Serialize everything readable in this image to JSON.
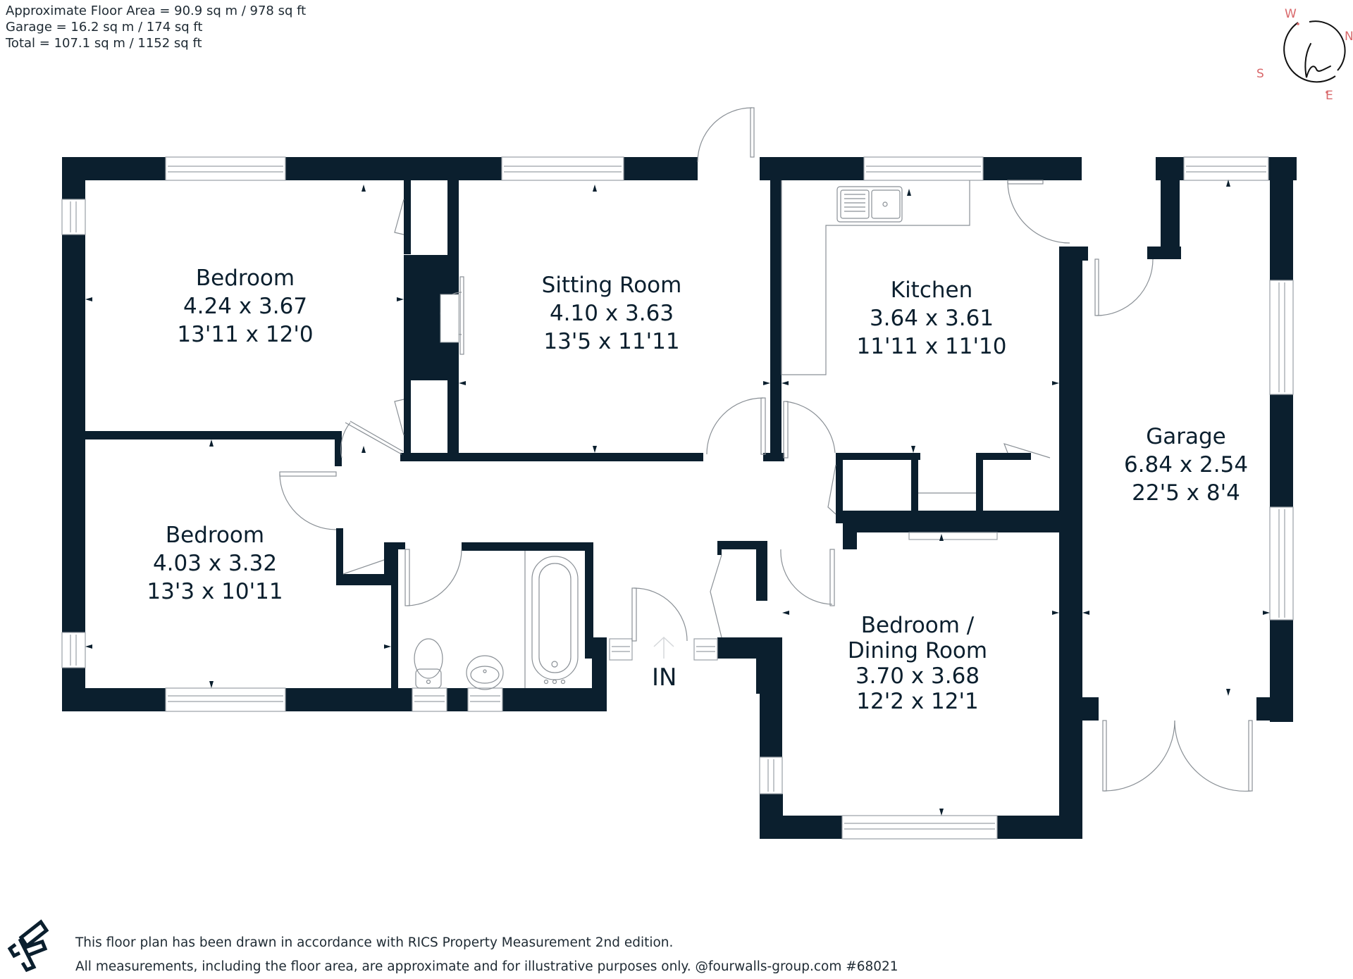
{
  "area_summary": {
    "floor_area": "Approximate Floor Area = 90.9 sq m / 978 sq ft",
    "garage": "Garage = 16.2 sq m / 174 sq ft",
    "total": "Total = 107.1 sq m / 1152 sq ft"
  },
  "compass": {
    "logo_glyph": "h",
    "north": "N",
    "south": "S",
    "east": "E",
    "west": "W",
    "accent_color": "#d9686b"
  },
  "colors": {
    "wall": "#0b1f2e",
    "fixture_line": "#9aa0a6",
    "background": "#ffffff"
  },
  "rooms": [
    {
      "id": "bedroom-1",
      "name": "Bedroom",
      "metric": "4.24 x 3.67",
      "imperial": "13'11 x 12'0"
    },
    {
      "id": "sitting-room",
      "name": "Sitting Room",
      "metric": "4.10 x 3.63",
      "imperial": "13'5 x 11'11"
    },
    {
      "id": "kitchen",
      "name": "Kitchen",
      "metric": "3.64 x 3.61",
      "imperial": "11'11 x 11'10"
    },
    {
      "id": "garage",
      "name": "Garage",
      "metric": "6.84 x 2.54",
      "imperial": "22'5 x 8'4"
    },
    {
      "id": "bedroom-2",
      "name": "Bedroom",
      "metric": "4.03 x 3.32",
      "imperial": "13'3 x 10'11"
    },
    {
      "id": "bedroom-dining",
      "name_line1": "Bedroom /",
      "name_line2": "Dining Room",
      "metric": "3.70 x 3.68",
      "imperial": "12'2 x 12'1"
    }
  ],
  "entrance": {
    "label": "IN"
  },
  "footer": {
    "line1": "This floor plan has been drawn in accordance with RICS Property Measurement 2nd edition.",
    "line2": "All measurements, including the floor area, are approximate and for illustrative purposes only. @fourwalls-group.com #68021"
  }
}
